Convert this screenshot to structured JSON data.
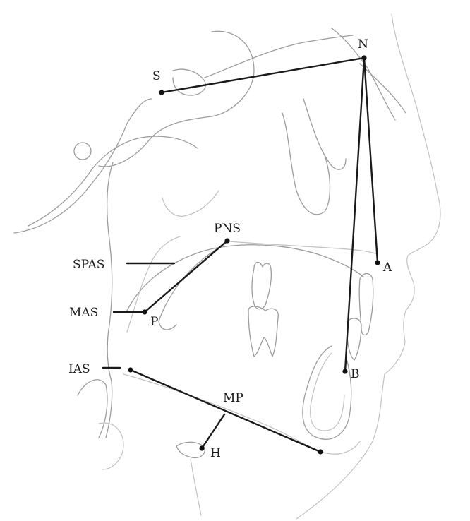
{
  "landmarks": {
    "S": "S",
    "N": "N",
    "A": "A",
    "B": "B",
    "PNS": "PNS",
    "P": "P",
    "H": "H",
    "MP": "MP",
    "SPAS": "SPAS",
    "MAS": "MAS",
    "IAS": "IAS"
  }
}
